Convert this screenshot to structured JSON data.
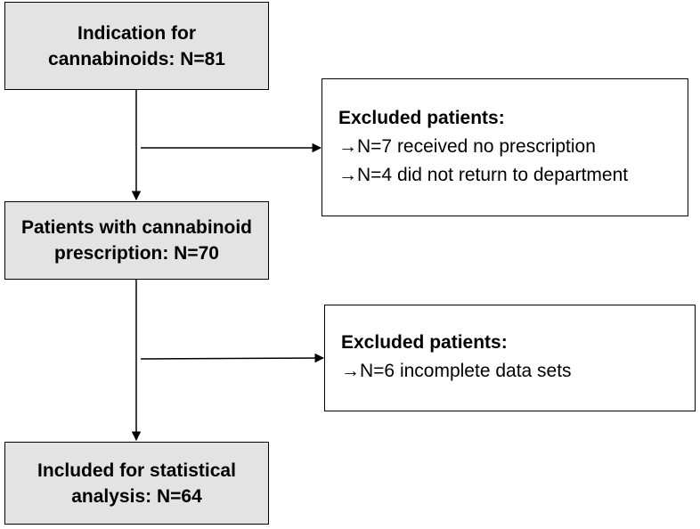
{
  "flow": {
    "step1": {
      "line1": "Indication for",
      "line2": "cannabinoids: N=81"
    },
    "step2": {
      "line1": "Patients with cannabinoid",
      "line2": "prescription: N=70"
    },
    "step3": {
      "line1": "Included for statistical",
      "line2": "analysis: N=64"
    }
  },
  "exclusions": {
    "first": {
      "title": "Excluded patients:",
      "items": [
        "→N=7 received no prescription",
        "→N=4 did not return to department"
      ]
    },
    "second": {
      "title": "Excluded patients:",
      "items": [
        "→N=6 incomplete data sets"
      ]
    }
  }
}
